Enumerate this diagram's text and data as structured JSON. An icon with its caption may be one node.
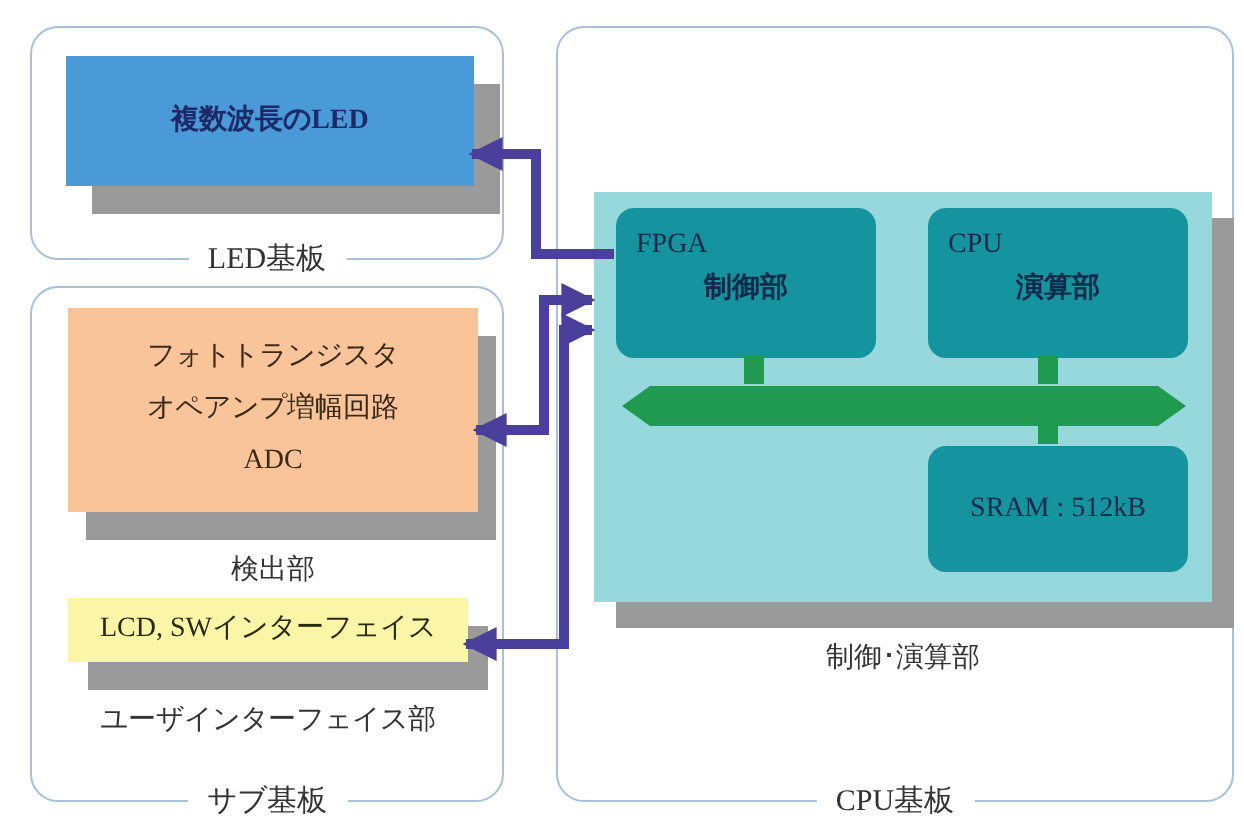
{
  "diagram": {
    "nodes": [
      {
        "text": [
          "LED基板"
        ]
      },
      {
        "text": [
          "複数波長のLED"
        ],
        "in": 0
      },
      {
        "text": [
          "サブ基板"
        ]
      },
      {
        "text": [
          "フォトトランジスタ",
          "オペアンプ増幅回路",
          "ADC",
          "検出部"
        ],
        "in": 2
      },
      {
        "text": [
          "LCD, SWインターフェイス",
          "ユーザインターフェイス部"
        ],
        "in": 2
      },
      {
        "text": [
          "CPU基板"
        ]
      },
      {
        "text": [
          "制御･演算部"
        ],
        "in": 5
      },
      {
        "text": [
          "FPGA",
          "制御部"
        ],
        "in": 6
      },
      {
        "text": [
          "CPU",
          "演算部"
        ],
        "in": 6
      },
      {
        "text": [
          "SRAM : 512kB"
        ],
        "in": 6
      },
      {
        "text": [],
        "shape": "bar",
        "in": 6
      }
    ],
    "edges": [
      {
        "from": 7,
        "to": 1,
        "arrow": "to"
      },
      {
        "from": 3,
        "to": 6,
        "arrow": "both"
      },
      {
        "from": 4,
        "to": 6,
        "arrow": "both"
      },
      {
        "from": 7,
        "to": 10,
        "arrow": "none",
        "style": "thick",
        "color": "#1f9a50"
      },
      {
        "from": 8,
        "to": 10,
        "arrow": "none",
        "style": "thick",
        "color": "#1f9a50"
      },
      {
        "from": 10,
        "to": 9,
        "arrow": "none",
        "style": "thick",
        "color": "#1f9a50"
      }
    ]
  }
}
